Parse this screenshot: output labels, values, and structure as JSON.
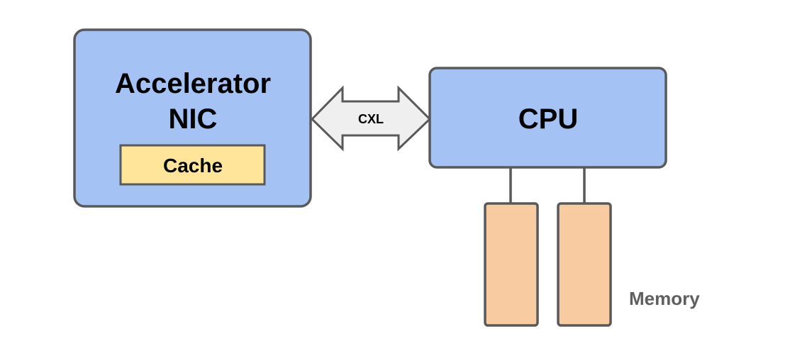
{
  "accelerator": {
    "line1": "Accelerator",
    "line2": "NIC"
  },
  "cache": {
    "label": "Cache"
  },
  "link": {
    "label": "CXL"
  },
  "cpu": {
    "label": "CPU"
  },
  "memory": {
    "label": "Memory"
  },
  "colors": {
    "box_fill": "#a4c2f4",
    "box_stroke": "#595959",
    "cache_fill": "#ffe599",
    "memory_fill": "#f8cba0",
    "arrow_fill": "#efefef",
    "arrow_stroke": "#595959",
    "memory_text": "#5f5f5f"
  }
}
